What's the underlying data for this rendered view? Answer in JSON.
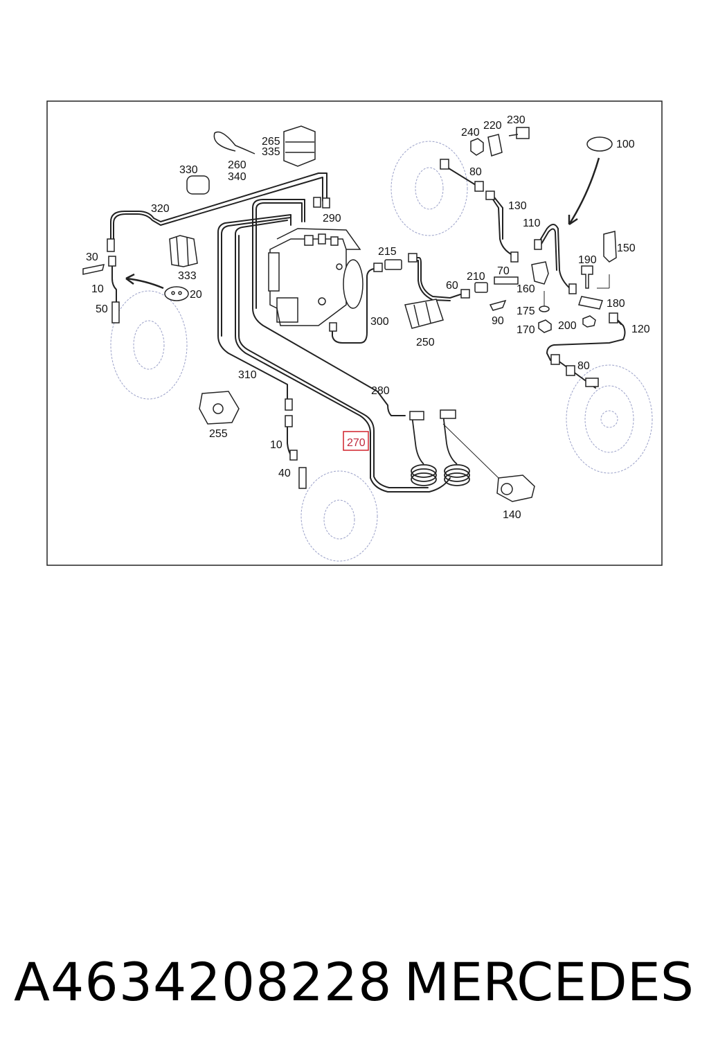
{
  "diagram": {
    "callouts": {
      "c100": "100",
      "c240": "240",
      "c220": "220",
      "c230": "230",
      "c265": "265",
      "c335": "335",
      "c260": "260",
      "c340": "340",
      "c330": "330",
      "c320": "320",
      "c290": "290",
      "c80a": "80",
      "c130": "130",
      "c110": "110",
      "c150": "150",
      "c190": "190",
      "c30": "30",
      "c10a": "10",
      "c20": "20",
      "c333": "333",
      "c50": "50",
      "c215": "215",
      "c210": "210",
      "c70": "70",
      "c60": "60",
      "c160": "160",
      "c180": "180",
      "c175": "175",
      "c90": "90",
      "c170": "170",
      "c200": "200",
      "c120": "120",
      "c300": "300",
      "c250": "250",
      "c80b": "80",
      "c310": "310",
      "c280": "280",
      "c255": "255",
      "c270": "270",
      "c10b": "10",
      "c40": "40",
      "c140": "140"
    }
  },
  "footer": {
    "part_number": "A4634208228",
    "brand": "MERCEDES"
  }
}
